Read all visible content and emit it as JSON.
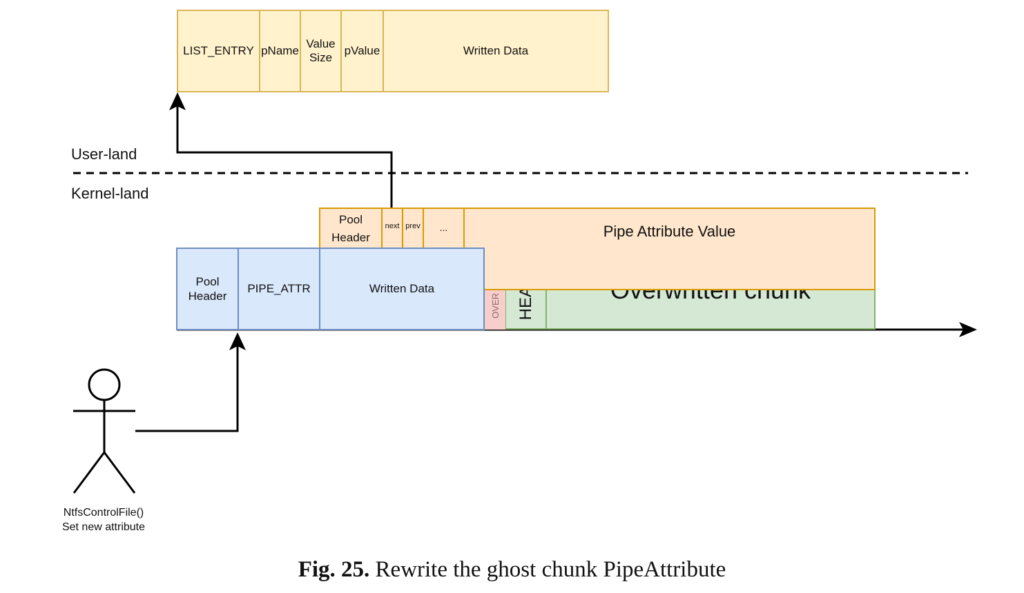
{
  "userland_struct": {
    "list_entry": "LIST_ENTRY",
    "pname": "pName",
    "value_size_1": "Value",
    "value_size_2": "Size",
    "pvalue": "pValue",
    "written_data": "Written Data"
  },
  "regions": {
    "user_land": "User-land",
    "kernel_land": "Kernel-land"
  },
  "ghost_chunk": {
    "pool_header_1": "Pool",
    "pool_header_2": "Header",
    "next": "next",
    "prev": "prev",
    "ellipsis": "...",
    "pipe_attribute_value": "Pipe Attribute Value"
  },
  "new_attribute": {
    "pool_header_1": "Pool",
    "pool_header_2": "Header",
    "pipe_attr": "PIPE_ATTR",
    "written_data": "Written Data"
  },
  "overwritten": {
    "over": "OVER",
    "hea": "HEA",
    "chunk": "Overwritten chunk"
  },
  "actor": {
    "line1": "NtfsControlFile()",
    "line2": "Set new attribute"
  },
  "caption": {
    "fig": "Fig. 25.",
    "text": "Rewrite the ghost chunk PipeAttribute"
  },
  "colors": {
    "yellow_fill": "#fff2cc",
    "yellow_stroke": "#d6b656",
    "orange_fill": "#ffe6cc",
    "orange_stroke": "#d79b00",
    "blue_fill": "#dae8fc",
    "blue_stroke": "#6c8ebf",
    "green_fill": "#d5e8d4",
    "green_stroke": "#82b366",
    "red_fill": "#f8cecc"
  }
}
